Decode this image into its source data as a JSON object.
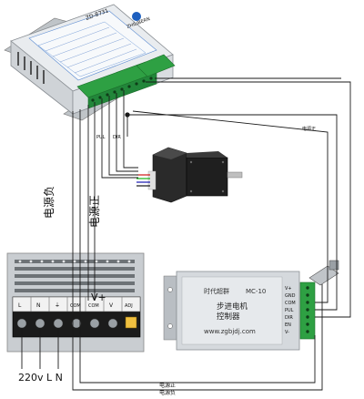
{
  "driver": {
    "model": "ZD-8731",
    "brand": "ZHILIBERN"
  },
  "wire_labels": {
    "ac_in": "220v L N",
    "vertical_neg": "电源负",
    "vertical_pos": "电源正",
    "bottom_pos": "电源正",
    "bottom_neg": "电源负",
    "pul": "PUL",
    "dir": "DIR",
    "top_right": "电源正"
  },
  "power_supply": {
    "terminals": [
      "L",
      "N",
      "⏚",
      "COM",
      "COM",
      "V",
      "ADJ"
    ],
    "plus_label": "V+"
  },
  "controller": {
    "brand": "时代超群",
    "model": "MC-10",
    "name_line1": "步进电机",
    "name_line2": "控制器",
    "url": "www.zgbjdj.com",
    "pins": [
      "V+",
      "GND",
      "COM",
      "PUL",
      "DIR",
      "EN",
      "V-"
    ]
  }
}
